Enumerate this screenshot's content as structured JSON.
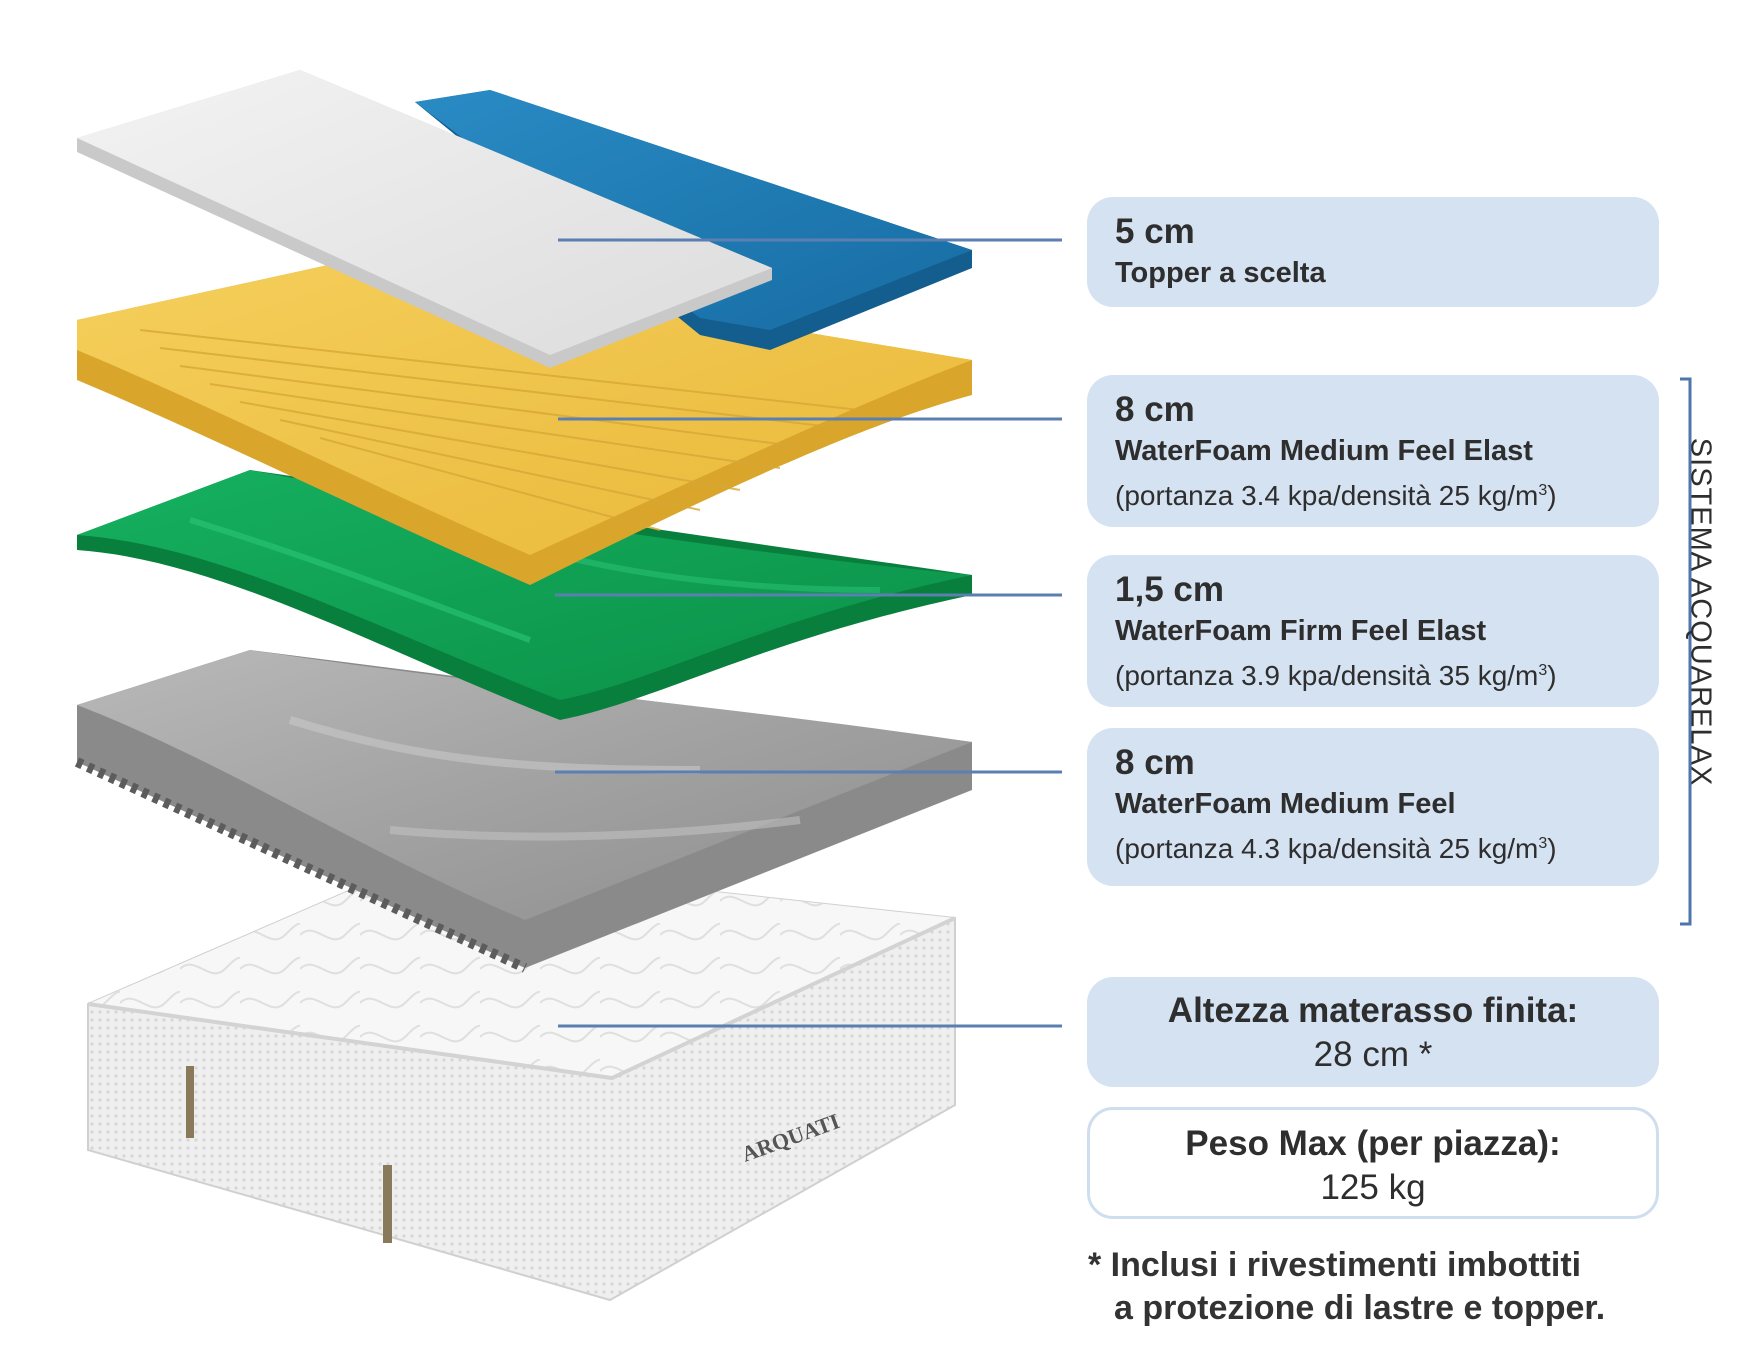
{
  "layers": [
    {
      "thickness": "5 cm",
      "name": "Topper a scelta",
      "spec_main": "",
      "spec_unit": ""
    },
    {
      "thickness": "8 cm",
      "name": "WaterFoam Medium Feel Elast",
      "spec_main": "(portanza 3.4 kpa/densità 25 kg/m",
      "spec_unit": "3",
      "spec_close": ")"
    },
    {
      "thickness": "1,5 cm",
      "name": "WaterFoam Firm Feel Elast",
      "spec_main": "(portanza 3.9 kpa/densità 35 kg/m",
      "spec_unit": "3",
      "spec_close": ")"
    },
    {
      "thickness": "8 cm",
      "name": "WaterFoam Medium Feel",
      "spec_main": "(portanza 4.3 kpa/densità 25 kg/m",
      "spec_unit": "3",
      "spec_close": ")"
    }
  ],
  "height": {
    "label": "Altezza materasso finita:",
    "value": "28 cm *"
  },
  "max_weight": {
    "label": "Peso Max (per piazza):",
    "value": "125 kg"
  },
  "footnote": {
    "line1": "* Inclusi i rivestimenti imbottiti",
    "line2": "a protezione di lastre e topper."
  },
  "system_label": "SISTEMA ACQUARELAX",
  "brand_logo_text": "ARQUATI",
  "colors": {
    "card_fill": "#d5e2f1",
    "card_outline": "#cfdeee",
    "leader_line": "#5b7fb0",
    "bracket": "#4f75aa",
    "topper_white": "#e8e8e8",
    "topper_blue": "#1f7ab3",
    "layer_yellow": "#f0c24b",
    "layer_green": "#0ea257",
    "layer_grey": "#9c9c9c",
    "mattress_white": "#f4f4f4"
  }
}
